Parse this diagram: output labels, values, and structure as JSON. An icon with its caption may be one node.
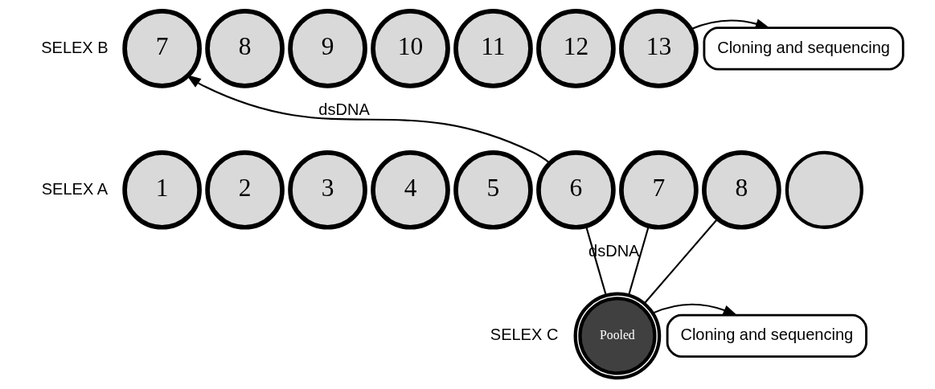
{
  "diagram": {
    "nodes": [
      {
        "text": [
          "7"
        ]
      },
      {
        "text": [
          "8"
        ]
      },
      {
        "text": [
          "9"
        ]
      },
      {
        "text": [
          "10"
        ]
      },
      {
        "text": [
          "11"
        ]
      },
      {
        "text": [
          "12"
        ]
      },
      {
        "text": [
          "13"
        ]
      },
      {
        "text": [
          "Cloning and sequencing"
        ]
      },
      {
        "text": [
          "1"
        ]
      },
      {
        "text": [
          "2"
        ]
      },
      {
        "text": [
          "3"
        ]
      },
      {
        "text": [
          "4"
        ]
      },
      {
        "text": [
          "5"
        ]
      },
      {
        "text": [
          "6"
        ]
      },
      {
        "text": [
          "7"
        ]
      },
      {
        "text": [
          "8"
        ]
      },
      {
        "text": [],
        "shape": "circle"
      },
      {
        "text": [
          "Pooled"
        ]
      },
      {
        "text": [
          "Cloning and sequencing"
        ]
      }
    ],
    "edges": [
      {
        "from": 6,
        "to": 7,
        "arrow": "to"
      },
      {
        "from": 13,
        "to": 0,
        "arrow": "to",
        "label": "dsDNA"
      },
      {
        "from": 13,
        "to": 17,
        "arrow": "none"
      },
      {
        "from": 14,
        "to": 17,
        "arrow": "none",
        "label": "dsDNA"
      },
      {
        "from": 15,
        "to": 17,
        "arrow": "none"
      },
      {
        "from": 17,
        "to": 18,
        "arrow": "to"
      }
    ],
    "labels": [
      "SELEX B",
      "SELEX A",
      "SELEX C"
    ]
  }
}
